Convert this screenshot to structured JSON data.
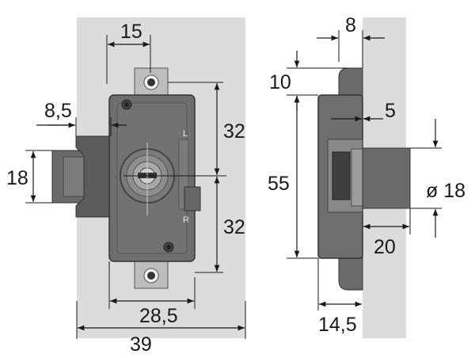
{
  "front_view": {
    "dimensions": {
      "top_hole_spacing": "15",
      "tongue_offset": "8,5",
      "tongue_height": "18",
      "upper_center_distance": "32",
      "lower_center_distance": "32",
      "body_width": "28,5",
      "overall_width": "39"
    },
    "direction_marks": {
      "left": "L",
      "right": "R"
    }
  },
  "side_view": {
    "dimensions": {
      "flange_offset": "8",
      "top_offset": "10",
      "body_height": "55",
      "bolt_setback": "5",
      "bolt_diameter": "ø 18",
      "bolt_projection": "20",
      "body_depth": "14,5"
    }
  },
  "colors": {
    "door_panel": "#dcdcdc",
    "lock_body": "#6e6e6e",
    "lock_body_dark": "#4a4a4a",
    "dimension_lines": "#1a1a1a"
  }
}
